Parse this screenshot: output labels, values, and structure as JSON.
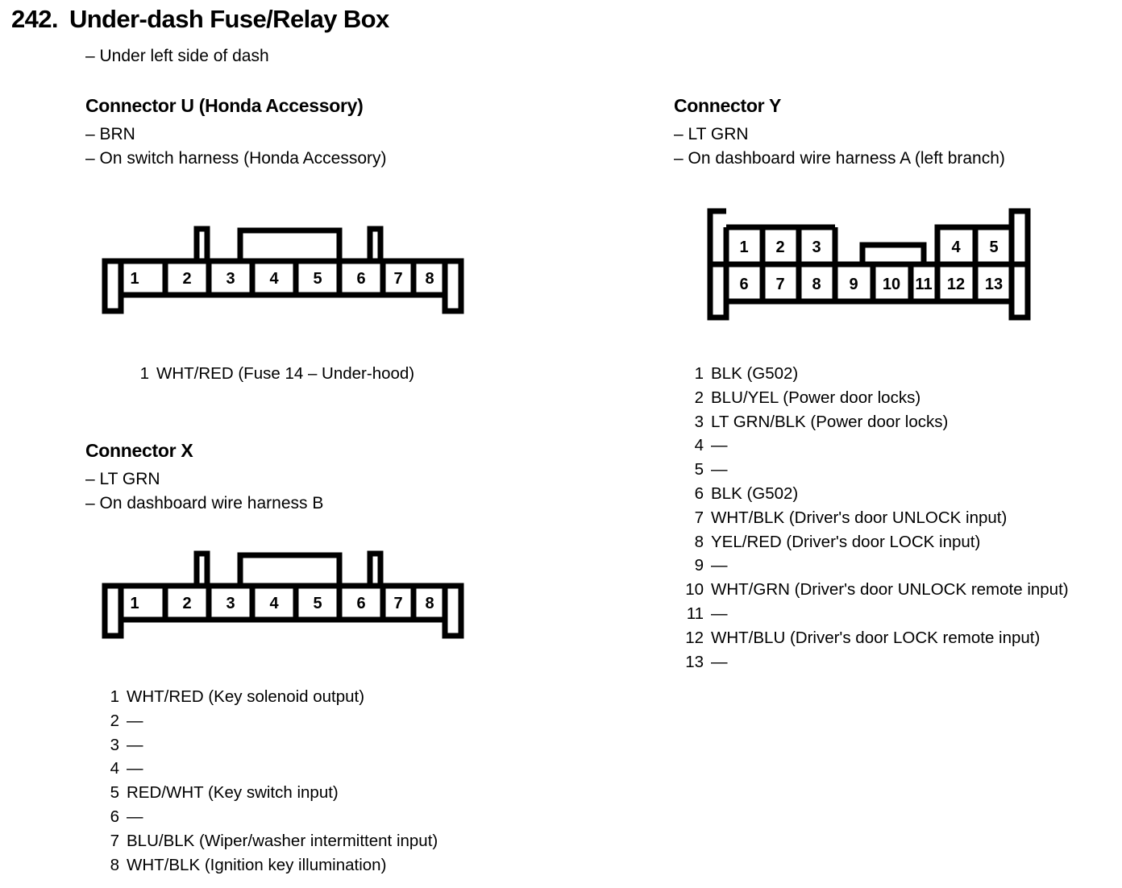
{
  "page": {
    "title_number": "242.",
    "title_text": "Under-dash Fuse/Relay Box",
    "subtitle": "– Under left side of dash"
  },
  "connector_u": {
    "heading": "Connector U (Honda Accessory)",
    "note_color": "– BRN",
    "note_location": "– On switch harness (Honda Accessory)",
    "diagram": {
      "type": "single-row-8",
      "pins": [
        "1",
        "2",
        "3",
        "4",
        "5",
        "6",
        "7",
        "8"
      ]
    },
    "pins": [
      {
        "no": "1",
        "desc": "WHT/RED (Fuse 14 – Under-hood)"
      }
    ]
  },
  "connector_x": {
    "heading": "Connector X",
    "note_color": "– LT GRN",
    "note_location": "– On dashboard wire harness B",
    "diagram": {
      "type": "single-row-8",
      "pins": [
        "1",
        "2",
        "3",
        "4",
        "5",
        "6",
        "7",
        "8"
      ]
    },
    "pins": [
      {
        "no": "1",
        "desc": "WHT/RED (Key solenoid output)"
      },
      {
        "no": "2",
        "desc": "—"
      },
      {
        "no": "3",
        "desc": "—"
      },
      {
        "no": "4",
        "desc": "—"
      },
      {
        "no": "5",
        "desc": "RED/WHT (Key switch input)"
      },
      {
        "no": "6",
        "desc": "—"
      },
      {
        "no": "7",
        "desc": "BLU/BLK (Wiper/washer intermittent input)"
      },
      {
        "no": "8",
        "desc": "WHT/BLK (Ignition key illumination)"
      }
    ]
  },
  "connector_y": {
    "heading": "Connector Y",
    "note_color": "– LT GRN",
    "note_location": "– On dashboard wire harness A (left branch)",
    "diagram": {
      "type": "two-row-13",
      "top_row_left": [
        "1",
        "2",
        "3"
      ],
      "top_row_right": [
        "4",
        "5"
      ],
      "bottom_row": [
        "6",
        "7",
        "8",
        "9",
        "10",
        "11",
        "12",
        "13"
      ]
    },
    "pins": [
      {
        "no": "1",
        "desc": "BLK (G502)"
      },
      {
        "no": "2",
        "desc": "BLU/YEL (Power door locks)"
      },
      {
        "no": "3",
        "desc": "LT GRN/BLK (Power door locks)"
      },
      {
        "no": "4",
        "desc": "—"
      },
      {
        "no": "5",
        "desc": "—"
      },
      {
        "no": "6",
        "desc": "BLK (G502)"
      },
      {
        "no": "7",
        "desc": "WHT/BLK (Driver's door UNLOCK input)"
      },
      {
        "no": "8",
        "desc": "YEL/RED (Driver's door LOCK input)"
      },
      {
        "no": "9",
        "desc": "—"
      },
      {
        "no": "10",
        "desc": "WHT/GRN (Driver's door UNLOCK remote input)"
      },
      {
        "no": "11",
        "desc": "—"
      },
      {
        "no": "12",
        "desc": "WHT/BLU (Driver's door LOCK remote input)"
      },
      {
        "no": "13",
        "desc": "—"
      }
    ]
  },
  "colors": {
    "ink": "#000000",
    "paper": "#ffffff"
  }
}
